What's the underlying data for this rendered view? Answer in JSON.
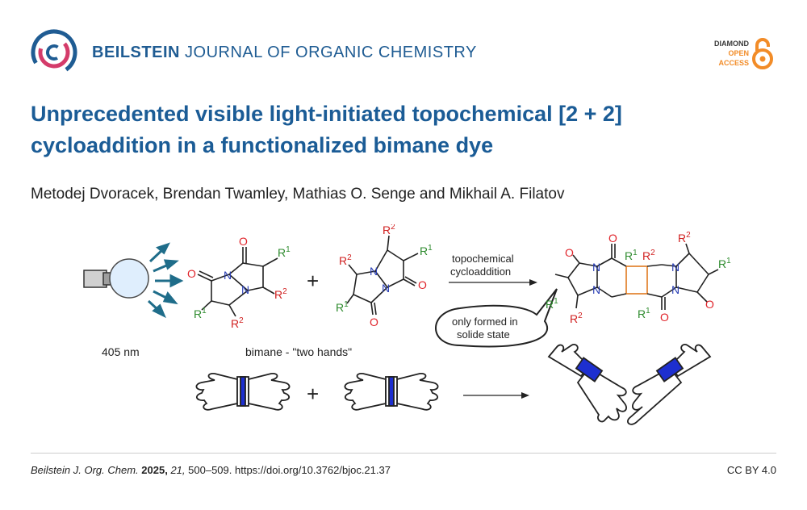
{
  "header": {
    "journal_bold": "BEILSTEIN",
    "journal_rest": "JOURNAL OF ORGANIC CHEMISTRY",
    "oa_badge": {
      "line1": "DIAMOND",
      "line2": "OPEN",
      "line3": "ACCESS"
    },
    "colors": {
      "journal_blue": "#1f5c93",
      "oa_orange": "#f28c28"
    }
  },
  "article": {
    "title": "Unprecedented visible light-initiated topochemical [2 + 2] cycloaddition in a functionalized bimane dye",
    "authors": "Metodej Dvoracek, Brendan Twamley, Mathias O. Senge and Mikhail A. Filatov"
  },
  "scheme": {
    "wavelength": "405 nm",
    "plus": "+",
    "arrow_line1": "topochemical",
    "arrow_line2": "cycloaddition",
    "bubble_line1": "only formed in",
    "bubble_line2": "solide state",
    "caption": "bimane - \"two hands\"",
    "atoms": {
      "O": "O",
      "N": "N",
      "R": "R",
      "one": "1",
      "two": "2"
    },
    "colors": {
      "oxygen": "#e0242b",
      "nitrogen": "#2a3fb5",
      "r1": "#2e8b2e",
      "r2": "#d01f1f",
      "cyclobutane": "#e07a20",
      "rays": "#1f6d8a",
      "band": "#1d2fd0"
    }
  },
  "footer": {
    "journal": "Beilstein J. Org. Chem.",
    "year": "2025,",
    "volume": "21,",
    "rest": "500–509. https://doi.org/10.3762/bjoc.21.37",
    "license": "CC BY 4.0"
  }
}
